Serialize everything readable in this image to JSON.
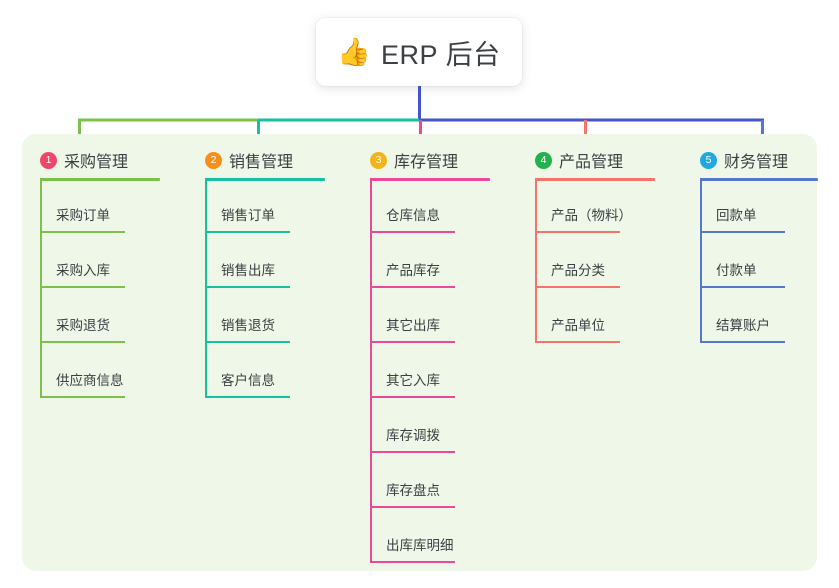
{
  "root": {
    "icon": "thumbs-up-icon",
    "emoji": "👍",
    "title": "ERP 后台"
  },
  "panel": {
    "background_color": "#eef7e8"
  },
  "connector_colors": {
    "root_stem": "#4455cc",
    "bus_left": "#7cc24a",
    "bus_mid": "#16c0a0",
    "bus_right": "#4455cc"
  },
  "columns": [
    {
      "index": "1",
      "badge_label": "1",
      "badge_color": "#f2456b",
      "line_color": "#7cc24a",
      "title": "采购管理",
      "rule_width": 120,
      "items": [
        {
          "label": "采购订单"
        },
        {
          "label": "采购入库"
        },
        {
          "label": "采购退货"
        },
        {
          "label": "供应商信息"
        }
      ]
    },
    {
      "index": "2",
      "badge_label": "2",
      "badge_color": "#f5901e",
      "line_color": "#16c0a0",
      "title": "销售管理",
      "rule_width": 120,
      "items": [
        {
          "label": "销售订单"
        },
        {
          "label": "销售出库"
        },
        {
          "label": "销售退货"
        },
        {
          "label": "客户信息"
        }
      ]
    },
    {
      "index": "3",
      "badge_label": "3",
      "badge_color": "#f2b418",
      "line_color": "#ec4899",
      "title": "库存管理",
      "rule_width": 120,
      "items": [
        {
          "label": "仓库信息"
        },
        {
          "label": "产品库存"
        },
        {
          "label": "其它出库"
        },
        {
          "label": "其它入库"
        },
        {
          "label": "库存调拨"
        },
        {
          "label": "库存盘点"
        },
        {
          "label": "出库库明细"
        }
      ]
    },
    {
      "index": "4",
      "badge_label": "4",
      "badge_color": "#22b14c",
      "line_color": "#f5736a",
      "title": "产品管理",
      "rule_width": 120,
      "items": [
        {
          "label": "产品（物料）"
        },
        {
          "label": "产品分类"
        },
        {
          "label": "产品单位"
        }
      ]
    },
    {
      "index": "5",
      "badge_label": "5",
      "badge_color": "#1eaae0",
      "line_color": "#5577cc",
      "title": "财务管理",
      "rule_width": 118,
      "items": [
        {
          "label": "回款单"
        },
        {
          "label": "付款单"
        },
        {
          "label": "结算账户"
        }
      ]
    }
  ]
}
